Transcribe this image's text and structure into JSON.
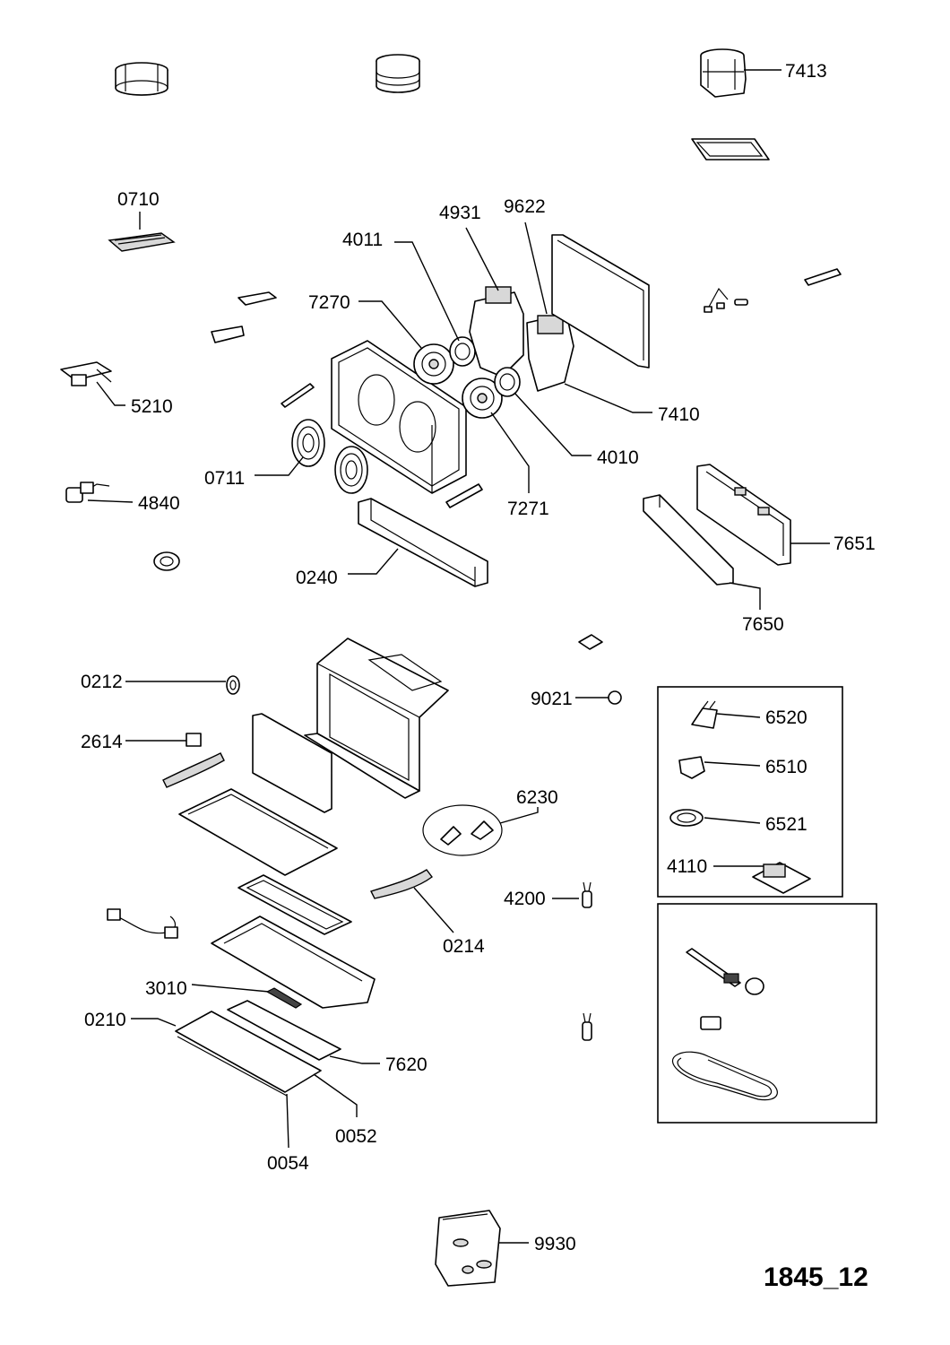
{
  "figure_id": "1845_12",
  "labels": {
    "p7413": "7413",
    "p0710": "0710",
    "p4931": "4931",
    "p9622": "9622",
    "p4011": "4011",
    "p7270": "7270",
    "p5210": "5210",
    "p7410": "7410",
    "p4010": "4010",
    "p0711": "0711",
    "p7271": "7271",
    "p4840": "4840",
    "p7651": "7651",
    "p0240": "0240",
    "p7650": "7650",
    "p0212": "0212",
    "p9021": "9021",
    "p6520": "6520",
    "p6510": "6510",
    "p2614": "2614",
    "p6230": "6230",
    "p6521": "6521",
    "p4110": "4110",
    "p4200": "4200",
    "p0214": "0214",
    "p3010": "3010",
    "p0210": "0210",
    "p7620": "7620",
    "p0052": "0052",
    "p0054": "0054",
    "p9930": "9930"
  }
}
